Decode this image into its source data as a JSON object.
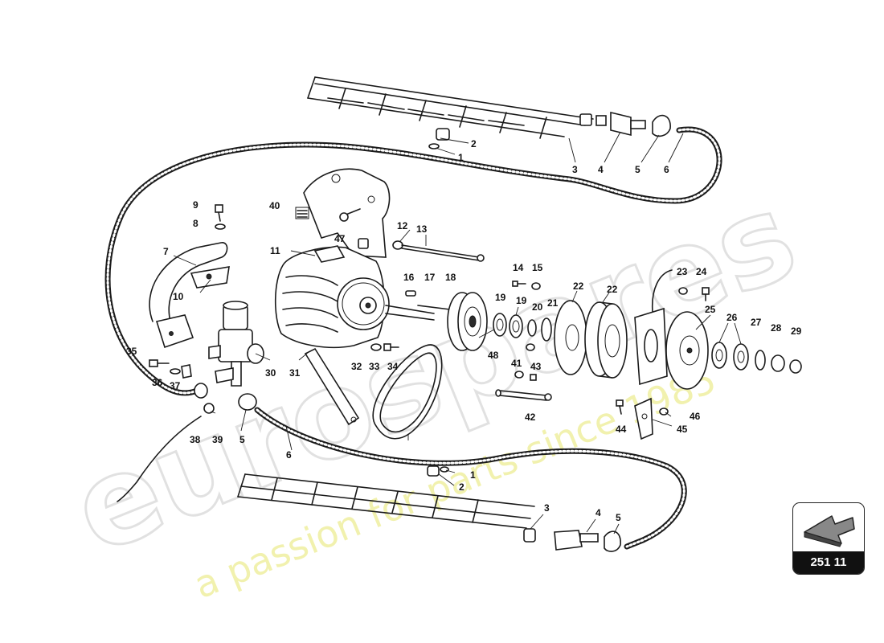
{
  "watermark": {
    "brand": "eurospares",
    "tagline": "a passion for parts since 1985"
  },
  "badge": {
    "label": "251 11",
    "icon": "arrow-down-left-icon"
  },
  "callouts": {
    "c1a": "1",
    "c2a": "2",
    "c3a": "3",
    "c4a": "4",
    "c5a": "5",
    "c6a": "6",
    "c7": "7",
    "c8": "8",
    "c9": "9",
    "c10": "10",
    "c11": "11",
    "c12": "12",
    "c13": "13",
    "c14": "14",
    "c15": "15",
    "c16": "16",
    "c17": "17",
    "c18": "18",
    "c19a": "19",
    "c19b": "19",
    "c20": "20",
    "c21": "21",
    "c22a": "22",
    "c22b": "22",
    "c23": "23",
    "c24": "24",
    "c25": "25",
    "c26": "26",
    "c27": "27",
    "c28": "28",
    "c29": "29",
    "c30": "30",
    "c31": "31",
    "c32": "32",
    "c33": "33",
    "c34": "34",
    "c35": "35",
    "c36": "36",
    "c37": "37",
    "c38": "38",
    "c39": "39",
    "c5b": "5",
    "c6b": "6",
    "c40": "40",
    "c41": "41",
    "c42": "42",
    "c43": "43",
    "c44": "44",
    "c45": "45",
    "c46": "46",
    "c47": "47",
    "c48": "48",
    "c1b": "1",
    "c2b": "2",
    "c3b": "3",
    "c4b": "4",
    "c5c": "5"
  }
}
